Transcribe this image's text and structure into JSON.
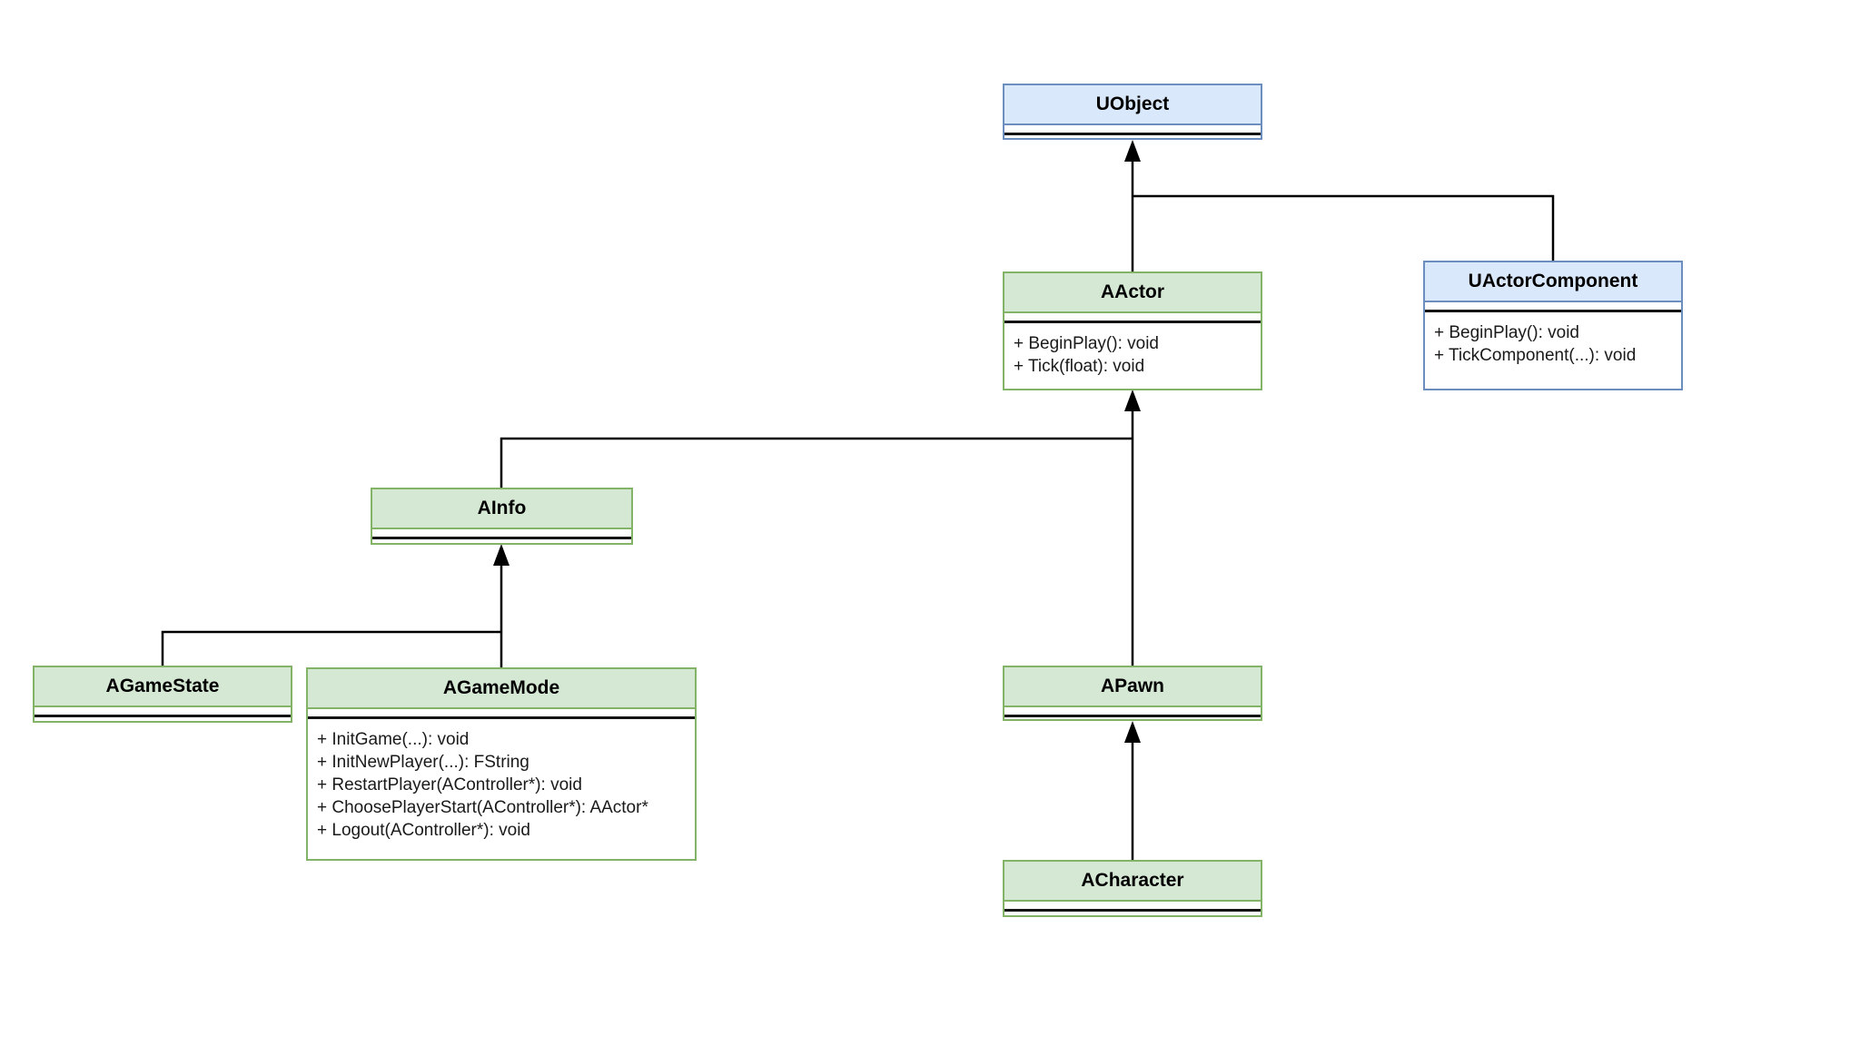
{
  "diagram": {
    "type": "uml-class-diagram",
    "subject": "Unreal Engine gameplay class hierarchy",
    "colors": {
      "green_fill": "#d5e8d4",
      "green_stroke": "#82b366",
      "blue_fill": "#dae8fc",
      "blue_stroke": "#6c8ebf",
      "edge": "#000000",
      "background": "#ffffff"
    }
  },
  "classes": {
    "uobject": {
      "name": "UObject",
      "color": "blue",
      "methods": []
    },
    "aactor": {
      "name": "AActor",
      "color": "green",
      "methods": [
        "+ BeginPlay(): void",
        "+ Tick(float): void"
      ]
    },
    "uactorcomponent": {
      "name": "UActorComponent",
      "color": "blue",
      "methods": [
        "+ BeginPlay(): void",
        "+ TickComponent(...): void"
      ]
    },
    "ainfo": {
      "name": "AInfo",
      "color": "green",
      "methods": []
    },
    "agamestate": {
      "name": "AGameState",
      "color": "green",
      "methods": []
    },
    "agamemode": {
      "name": "AGameMode",
      "color": "green",
      "methods": [
        "+ InitGame(...): void",
        "+ InitNewPlayer(...): FString",
        "+ RestartPlayer(AController*): void",
        "+ ChoosePlayerStart(AController*): AActor*",
        "+ Logout(AController*): void"
      ]
    },
    "apawn": {
      "name": "APawn",
      "color": "green",
      "methods": []
    },
    "acharacter": {
      "name": "ACharacter",
      "color": "green",
      "methods": []
    }
  },
  "relations": [
    {
      "child": "AActor",
      "parent": "UObject",
      "type": "generalization"
    },
    {
      "child": "UActorComponent",
      "parent": "UObject",
      "type": "generalization"
    },
    {
      "child": "AInfo",
      "parent": "AActor",
      "type": "generalization"
    },
    {
      "child": "APawn",
      "parent": "AActor",
      "type": "generalization"
    },
    {
      "child": "AGameState",
      "parent": "AInfo",
      "type": "generalization"
    },
    {
      "child": "AGameMode",
      "parent": "AInfo",
      "type": "generalization"
    },
    {
      "child": "ACharacter",
      "parent": "APawn",
      "type": "generalization"
    }
  ]
}
